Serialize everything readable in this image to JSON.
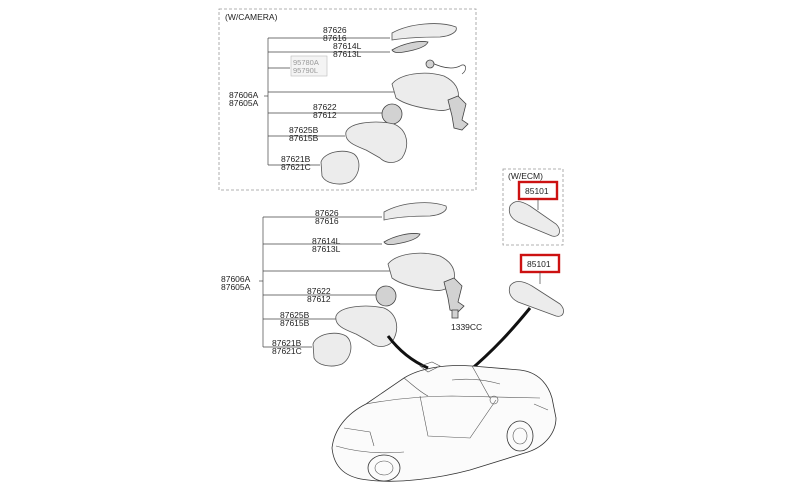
{
  "panels": {
    "camera_title": "(W/CAMERA)",
    "ecm_title": "(W/ECM)"
  },
  "camera_group": {
    "assembly": [
      "87606A",
      "87605A"
    ],
    "cover": [
      "87626",
      "87616"
    ],
    "lamp": [
      "87614L",
      "87613L"
    ],
    "camera_ghost": [
      "95780A",
      "95790L"
    ],
    "actuator": [
      "87622",
      "87612"
    ],
    "housing": [
      "87625B",
      "87615B"
    ],
    "glass": [
      "87621B",
      "87621C"
    ]
  },
  "main_group": {
    "assembly": [
      "87606A",
      "87605A"
    ],
    "cover": [
      "87626",
      "87616"
    ],
    "lamp": [
      "87614L",
      "87613L"
    ],
    "actuator": [
      "87622",
      "87612"
    ],
    "housing": [
      "87625B",
      "87615B"
    ],
    "glass": [
      "87621B",
      "87621C"
    ],
    "screw": "1339CC"
  },
  "inside_mirror": {
    "ecm_part": "85101",
    "standard_part": "85101"
  },
  "colors": {
    "highlight": "#cc1111",
    "dashed": "#999999"
  }
}
